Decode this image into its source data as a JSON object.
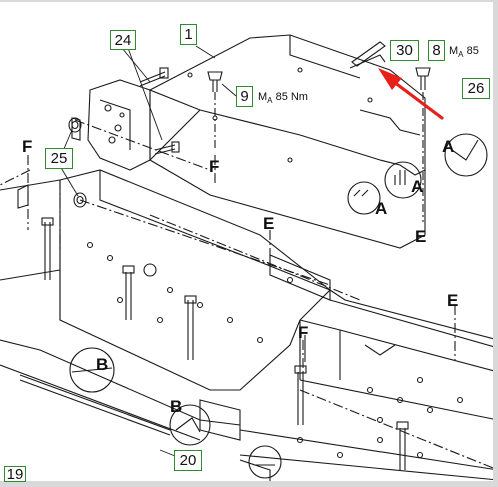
{
  "callouts": {
    "c1": "1",
    "c8": "8",
    "c9": "9",
    "c19": "19",
    "c20": "20",
    "c24": "24",
    "c25": "25",
    "c26": "26",
    "c30": "30"
  },
  "view_letters": {
    "a1": "A",
    "a2": "A",
    "a3": "A",
    "b1": "B",
    "b2": "B",
    "e1": "E",
    "e2": "E",
    "e3": "E",
    "f1": "F",
    "f2": "F",
    "f3": "F"
  },
  "torque": {
    "t9_m": "M",
    "t9_sub": "A",
    "t9_val": " 85 Nm",
    "t8_m": "M",
    "t8_sub": "A",
    "t8_val": " 85"
  },
  "colors": {
    "callout_border": "#2e8b2e",
    "arrow": "#e8201a",
    "line": "#1a1a1a"
  }
}
